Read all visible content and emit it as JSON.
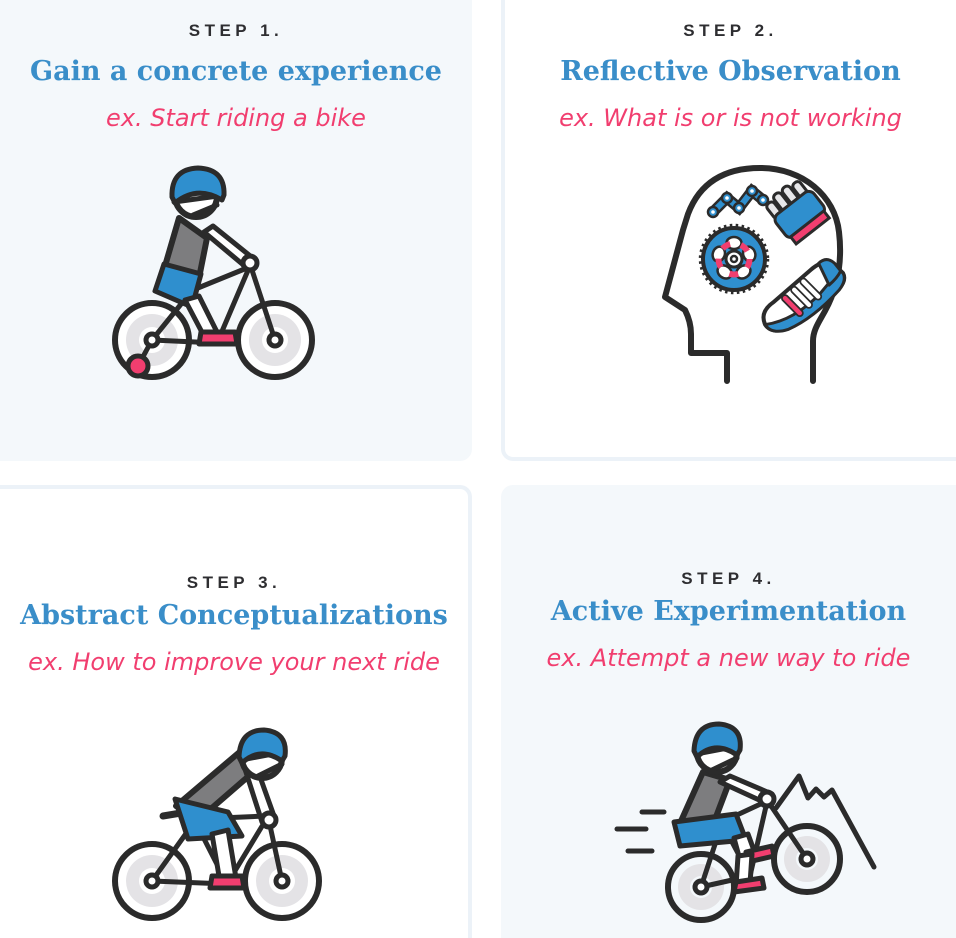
{
  "infographic": {
    "panels": [
      {
        "step_label": "STEP 1.",
        "title": "Gain a concrete experience",
        "example": "ex. Start riding a bike",
        "illustration": "cyclist riding a bike"
      },
      {
        "step_label": "STEP 2.",
        "title": "Reflective Observation",
        "example": "ex. What is or is not working",
        "illustration": "head profile containing bike chain, chainring, cycling glove and sneaker"
      },
      {
        "step_label": "STEP 3.",
        "title": "Abstract Conceptualizations",
        "example": "ex. How to improve your next ride",
        "illustration": "cyclist leaning forward on bike"
      },
      {
        "step_label": "STEP 4.",
        "title": "Active Experimentation",
        "example": "ex. Attempt a new way to ride",
        "illustration": "cyclist riding fast with speed lines and mountains"
      }
    ],
    "colors": {
      "panel_tint": "#f4f8fb",
      "panel_border": "#ecf2f8",
      "step_text": "#2e2e31",
      "title_text": "#3a8ec9",
      "example_text": "#f13e6f",
      "outline": "#2b2b2b",
      "shirt_gray": "#7d7d7f",
      "accent_blue": "#2f8fce",
      "accent_pink": "#f13e6f",
      "wheel_gray": "#e4e3e6"
    }
  }
}
